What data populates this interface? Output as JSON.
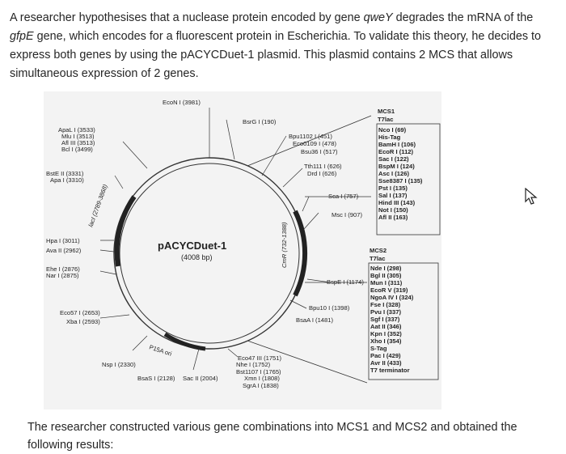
{
  "question": {
    "t1": "A researcher hypothesises that a nuclease protein encoded by gene ",
    "gene1": "qweY",
    "t2": " degrades the mRNA of the ",
    "gene2": "gfpE",
    "t3": " gene, which encodes for a fluorescent protein in Escherichia. To validate this theory, he decides to express both genes by using the pACYCDuet-1 plasmid. This plasmid contains 2 MCS that allows simultaneous expression of 2 genes."
  },
  "plasmid": {
    "name": "pACYCDuet-1",
    "size": "(4008 bp)",
    "sites_left": [
      "ApaL I (3533)",
      "Mlu I (3513)",
      "Afl III (3513)",
      "Bcl I (3499)",
      "BstE II (3331)",
      "Apa I (3310)",
      "Hpa I (3011)",
      "Ava II (2962)",
      "Ehe I (2876)",
      "Nar I (2875)",
      "Eco57 I (2653)",
      "Xba I (2593)"
    ],
    "sites_bottom": [
      "Nsp I (2330)",
      "BsaS I (2128)",
      "Sac II (2004)"
    ],
    "sites_top": [
      "EcoN I (3981)",
      "BsrG I (190)"
    ],
    "sites_right": [
      "Bpu1102 I (451)",
      "Eco0109 I (478)",
      "Bsu36 I (517)",
      "Tth111 I (626)",
      "Drd I (626)",
      "Sca I (757)",
      "Msc I (907)",
      "BspE I (1174)",
      "Bpu10 I (1398)",
      "BsaA I (1481)"
    ],
    "sites_lower": [
      "Eco47 III (1751)",
      "Nhe I (1752)",
      "Bst1107 I (1765)",
      "Xmn I (1808)",
      "SgrA I (1838)"
    ],
    "genes": [
      "lacI (2789-3868)",
      "CmR (732-1388)",
      "P15A ori"
    ],
    "mcs1": {
      "title": "MCS1",
      "promoter": "T7lac",
      "sites": [
        "Nco I (69)",
        "His-Tag",
        "BamH I (106)",
        "EcoR I (112)",
        "Sac I (122)",
        "BspM I (124)",
        "Asc I (126)",
        "Sse8387 I (135)",
        "Pst I (135)",
        "Sal I (137)",
        "Hind III (143)",
        "Not I (150)",
        "Afl II (163)"
      ]
    },
    "mcs2": {
      "title": "MCS2",
      "promoter": "T7lac",
      "sites": [
        "Nde I (298)",
        "Bgl II (305)",
        "Mun I (311)",
        "EcoR V (319)",
        "NgoA IV I (324)",
        "Fse I (328)",
        "Pvu I (337)",
        "Sgf I (337)",
        "Aat II (346)",
        "Kpn I (352)",
        "Xho I (354)",
        "S-Tag",
        "Pac I (429)",
        "Avr II (433)",
        "T7 terminator"
      ]
    }
  },
  "footer": "The researcher constructed various gene combinations into MCS1 and MCS2 and obtained the following results:"
}
